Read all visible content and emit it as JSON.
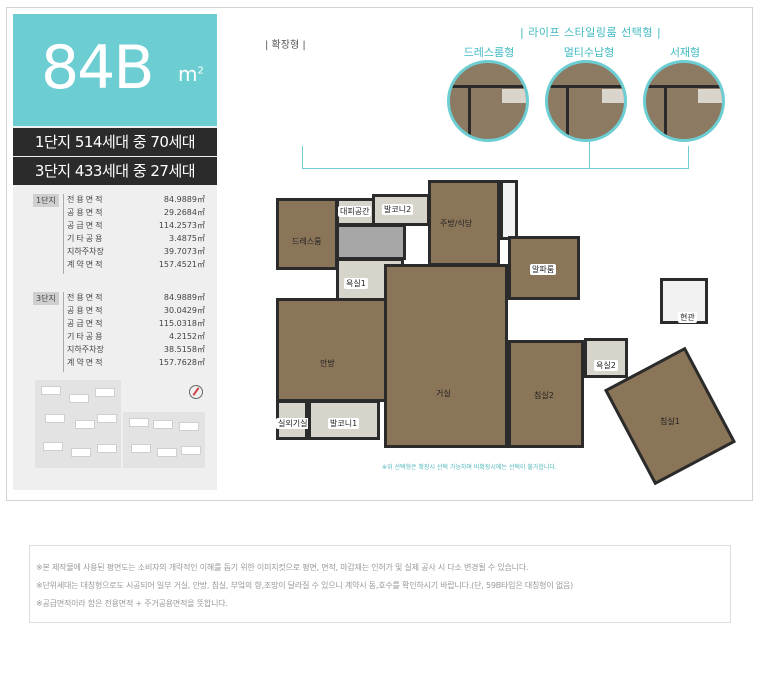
{
  "type_header": {
    "name": "84B",
    "unit": "m",
    "unit_sup": "2"
  },
  "units": [
    "1단지 514세대 중 70세대",
    "3단지 433세대 중 27세대"
  ],
  "areas": [
    {
      "label": "1단지",
      "rows": [
        {
          "label": "전용면적",
          "value": "84.9889㎡"
        },
        {
          "label": "공용면적",
          "value": "29.2684㎡"
        },
        {
          "label": "공급면적",
          "value": "114.2573㎡"
        },
        {
          "label": "기타공용",
          "value": "3.4875㎡"
        },
        {
          "label": "지하주차장",
          "value": "39.7073㎡"
        },
        {
          "label": "계약면적",
          "value": "157.4521㎡"
        }
      ]
    },
    {
      "label": "3단지",
      "rows": [
        {
          "label": "전용면적",
          "value": "84.9889㎡"
        },
        {
          "label": "공용면적",
          "value": "30.0429㎡"
        },
        {
          "label": "공급면적",
          "value": "115.0318㎡"
        },
        {
          "label": "기타공용",
          "value": "4.2152㎡"
        },
        {
          "label": "지하주차장",
          "value": "38.5158㎡"
        },
        {
          "label": "계약면적",
          "value": "157.7628㎡"
        }
      ]
    }
  ],
  "expand_label": "| 확장형 |",
  "lifestyle": {
    "title": "| 라이프 스타일링룸 선택형 |",
    "options": [
      "드레스룸형",
      "멀티수납형",
      "서재형"
    ]
  },
  "rooms": {
    "dressroom": "드레스룸",
    "daepi": "대피공간",
    "balcony2": "발코니2",
    "kitchen": "주방/식당",
    "alpha": "알파룸",
    "bath1": "욕실1",
    "entrance": "현관",
    "master": "안방",
    "living": "거실",
    "bed2": "침실2",
    "bath2": "욕실2",
    "bed1": "침실1",
    "outdoor": "실외기실",
    "balcony1": "발코니1"
  },
  "plan_note": "※위 선택형은 확장시 선택 가능하며 비확장시에는 선택이 불가합니다.",
  "notes": [
    "※본 제작물에 사용된 평면도는 소비자의 개략적인 이해를 돕기 위한 이미지컷으로 평면, 면적, 마감재는 인허가 및 실제 공사 시 다소 변경될 수 있습니다.",
    "※단위세대는 대칭형으로도 시공되어 일부 거실, 안방, 침실, 부엌의 향,조망이 달라질 수 있으니 계약시 동,호수를 확인하시기 바랍니다.(단, 59B타입은 대칭형이 없음)",
    "※공급면적이라 함은 전용면적 + 주거공용면적을 뜻합니다."
  ],
  "colors": {
    "accent": "#6ccdd2",
    "accent_text": "#3fb9c1",
    "dark": "#2b2b2b",
    "floor": "#8b7558"
  }
}
